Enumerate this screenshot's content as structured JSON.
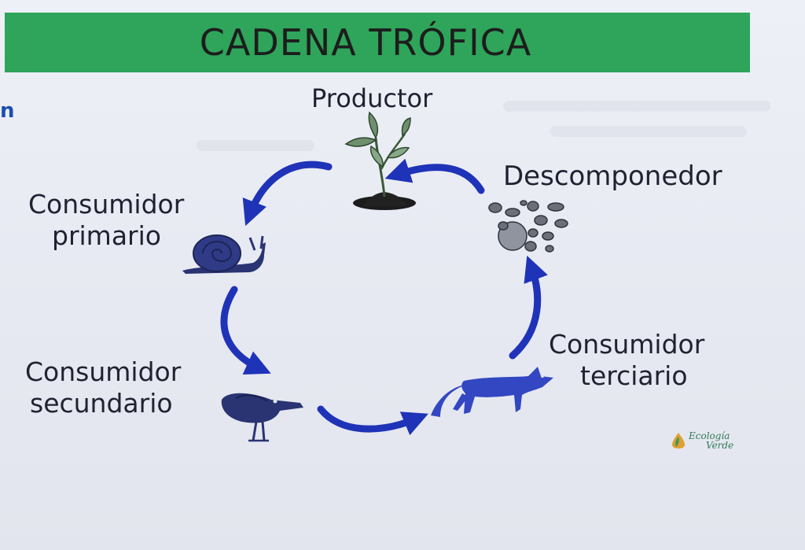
{
  "title": "CADENA TRÓFICA",
  "margin_mark": "n",
  "nodes": {
    "productor": "Productor",
    "descomponedor": "Descomponedor",
    "consumidor_primario": [
      "Consumidor",
      "primario"
    ],
    "consumidor_secundario": [
      "Consumidor",
      "secundario"
    ],
    "consumidor_terciario": [
      "Consumidor",
      "terciario"
    ]
  },
  "icons": {
    "productor": "plant-sprout-icon",
    "descomponedor": "decomposer-particles-icon",
    "consumidor_primario": "snail-icon",
    "consumidor_secundario": "bird-icon",
    "consumidor_terciario": "fox-icon"
  },
  "logo": {
    "line1": "Ecología",
    "line2": "Verde"
  },
  "colors": {
    "title_bar": "#2ea55a",
    "arrow": "#1f33b8",
    "animal": "#2a3472",
    "fox": "#3347c2",
    "text": "#1f2230"
  }
}
